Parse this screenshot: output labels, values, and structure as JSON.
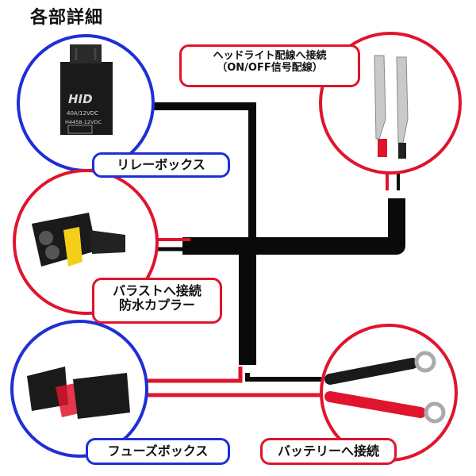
{
  "title": "各部詳細",
  "labels": {
    "relay": "リレーボックス",
    "headlight_line1": "ヘッドライト配線へ接続",
    "headlight_line2": "（ON/OFF信号配線）",
    "ballast_line1": "バラストへ接続",
    "ballast_line2": "防水カプラー",
    "fuse": "フューズボックス",
    "battery": "バッテリーへ接続"
  },
  "relay_print": {
    "brand": "HID",
    "rating": "40A/12VDC",
    "model": "H4458-12VDC"
  },
  "colors": {
    "blue_ring": "#1f2fd6",
    "red_ring": "#e0142c",
    "wire_black": "#0a0a0a",
    "wire_red": "#e0142c"
  }
}
